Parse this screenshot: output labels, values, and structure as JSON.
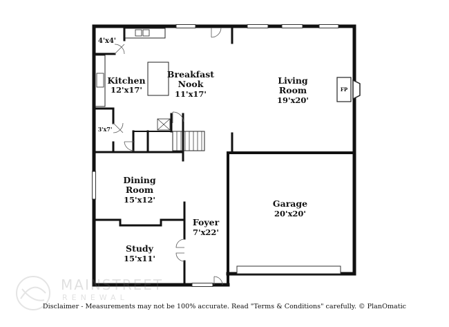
{
  "rooms": {
    "closet_small": {
      "dim": "4'x4'"
    },
    "kitchen": {
      "name": "Kitchen",
      "dim": "12'x17'"
    },
    "breakfast_nook": {
      "name_line1": "Breakfast",
      "name_line2": "Nook",
      "dim": "11'x17'"
    },
    "living_room": {
      "name_line1": "Living",
      "name_line2": "Room",
      "dim": "19'x20'"
    },
    "fireplace": {
      "label": "FP"
    },
    "closet_3x7": {
      "dim": "3'x7'"
    },
    "dining_room": {
      "name_line1": "Dining",
      "name_line2": "Room",
      "dim": "15'x12'"
    },
    "garage": {
      "name": "Garage",
      "dim": "20'x20'"
    },
    "foyer": {
      "name": "Foyer",
      "dim": "7'x22'"
    },
    "study": {
      "name": "Study",
      "dim": "15'x11'"
    }
  },
  "footer": {
    "disclaimer": "Disclaimer - Measurements may not be 100% accurate. Read \"Terms & Conditions\" carefully. © PlanOmatic"
  },
  "watermark": {
    "brand": "MAINSTREET",
    "sub": "RENEWAL"
  }
}
